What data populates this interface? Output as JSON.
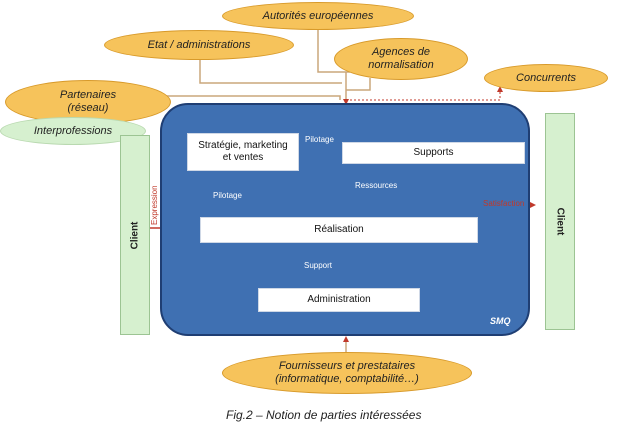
{
  "stakeholders": {
    "autorites": "Autorités européennes",
    "etat": "Etat / administrations",
    "agences": "Agences de\nnormalisation",
    "partenaires": "Partenaires\n(réseau)",
    "concurrents": "Concurrents",
    "interprofessions": "Interprofessions",
    "fournisseurs": "Fournisseurs et prestataires\n(informatique, comptabilité…)"
  },
  "clients": {
    "left": "Client",
    "right": "Client"
  },
  "smq": {
    "label": "SMQ",
    "boxes": {
      "strategie": "Stratégie, marketing\net ventes",
      "supports": "Supports",
      "realisation": "Réalisation",
      "administration": "Administration"
    },
    "flows": {
      "pilotage_top": "Pilotage",
      "pilotage_left": "Pilotage",
      "ressources": "Ressources",
      "support": "Support",
      "expression": "Expression",
      "satisfaction": "Satisfaction"
    }
  },
  "caption": "Fig.2 – Notion de parties intéressées",
  "colors": {
    "stakeholder_fill": "#f6c35b",
    "smq_fill": "#3f70b2",
    "client_fill": "#d6f0cf",
    "flow_red": "#c0392b"
  }
}
